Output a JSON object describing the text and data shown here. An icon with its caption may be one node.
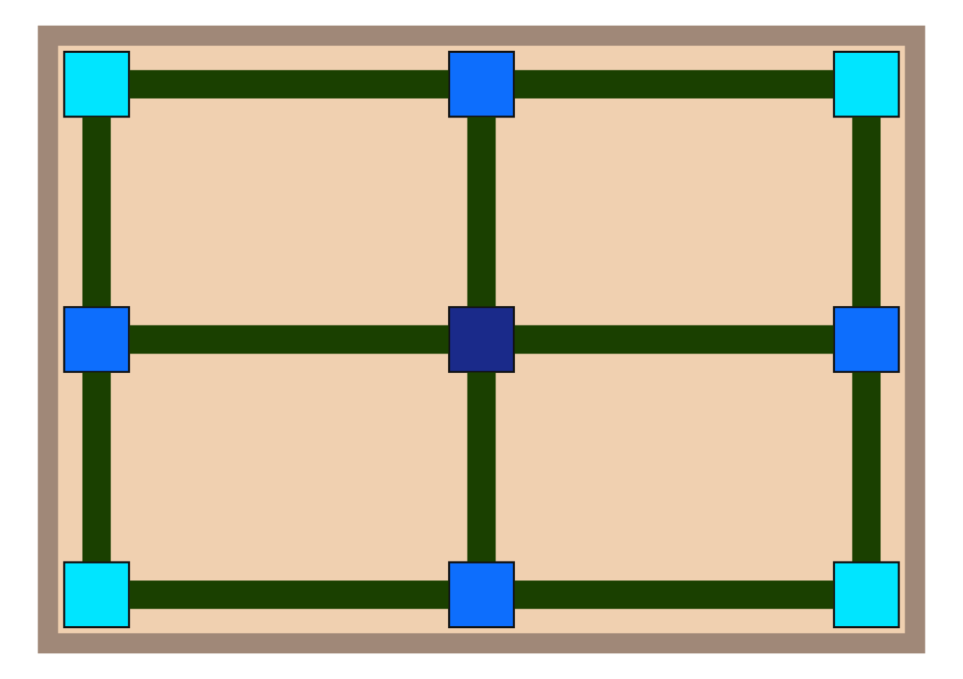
{
  "diagram": {
    "nodes": [
      {
        "text": [],
        "shape": "box"
      },
      {
        "text": [],
        "shape": "box",
        "in": 0
      },
      {
        "text": [],
        "shape": "box",
        "in": 0
      },
      {
        "text": [],
        "shape": "box",
        "in": 0
      },
      {
        "text": [],
        "shape": "box",
        "in": 0
      },
      {
        "text": [],
        "shape": "box",
        "in": 0
      },
      {
        "text": [],
        "shape": "box",
        "in": 0
      },
      {
        "text": [],
        "shape": "box",
        "in": 0
      },
      {
        "text": [],
        "shape": "box",
        "in": 0
      },
      {
        "text": [],
        "shape": "box",
        "in": 0
      }
    ],
    "edges": [
      {
        "from": 1,
        "to": 2,
        "arrow": "none"
      },
      {
        "from": 2,
        "to": 3,
        "arrow": "none"
      },
      {
        "from": 1,
        "to": 4,
        "arrow": "none"
      },
      {
        "from": 2,
        "to": 5,
        "arrow": "none"
      },
      {
        "from": 3,
        "to": 6,
        "arrow": "none"
      },
      {
        "from": 4,
        "to": 5,
        "arrow": "none"
      },
      {
        "from": 5,
        "to": 6,
        "arrow": "none"
      },
      {
        "from": 4,
        "to": 7,
        "arrow": "none"
      },
      {
        "from": 5,
        "to": 8,
        "arrow": "none"
      },
      {
        "from": 6,
        "to": 9,
        "arrow": "none"
      },
      {
        "from": 7,
        "to": 8,
        "arrow": "none"
      },
      {
        "from": 8,
        "to": 9,
        "arrow": "none"
      }
    ]
  }
}
